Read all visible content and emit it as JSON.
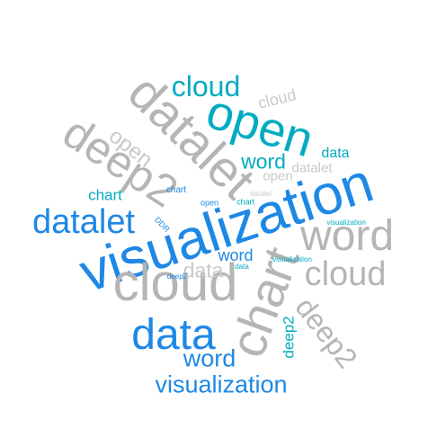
{
  "colors": {
    "gray": "#b5b5b5",
    "light_gray": "#c9c9c9",
    "blue": "#1e88e5",
    "teal": "#00acc1",
    "background": "#ffffff"
  },
  "words": [
    {
      "id": "w1",
      "text": "visualization",
      "color": "blue"
    },
    {
      "id": "w2",
      "text": "cloud",
      "color": "gray"
    },
    {
      "id": "w3",
      "text": "datalet",
      "color": "gray"
    },
    {
      "id": "w4",
      "text": "open",
      "color": "teal"
    },
    {
      "id": "w5",
      "text": "deep2",
      "color": "gray"
    },
    {
      "id": "w6",
      "text": "chart",
      "color": "gray"
    },
    {
      "id": "w7",
      "text": "word",
      "color": "gray"
    },
    {
      "id": "w8",
      "text": "cloud",
      "color": "gray"
    },
    {
      "id": "w9",
      "text": "data",
      "color": "blue"
    },
    {
      "id": "w10",
      "text": "datalet",
      "color": "blue"
    },
    {
      "id": "w11",
      "text": "cloud",
      "color": "teal"
    },
    {
      "id": "w12",
      "text": "deep2",
      "color": "gray"
    },
    {
      "id": "w13",
      "text": "visualization",
      "color": "blue"
    },
    {
      "id": "w14",
      "text": "word",
      "color": "blue"
    },
    {
      "id": "w15",
      "text": "open",
      "color": "light_gray"
    },
    {
      "id": "w16",
      "text": "word",
      "color": "teal"
    },
    {
      "id": "w17",
      "text": "data",
      "color": "light_gray"
    },
    {
      "id": "w18",
      "text": "word",
      "color": "blue"
    },
    {
      "id": "w19",
      "text": "chart",
      "color": "teal"
    },
    {
      "id": "w20",
      "text": "deep2",
      "color": "teal"
    },
    {
      "id": "w21",
      "text": "cloud",
      "color": "light_gray"
    },
    {
      "id": "w22",
      "text": "data",
      "color": "teal"
    },
    {
      "id": "w23",
      "text": "datalet",
      "color": "light_gray"
    },
    {
      "id": "w24",
      "text": "open",
      "color": "light_gray"
    },
    {
      "id": "w25",
      "text": "chart",
      "color": "blue"
    },
    {
      "id": "w26",
      "text": "open",
      "color": "blue"
    },
    {
      "id": "w27",
      "text": "chart",
      "color": "teal"
    },
    {
      "id": "w28",
      "text": "datalet",
      "color": "light_gray"
    },
    {
      "id": "w29",
      "text": "DDR",
      "color": "blue"
    },
    {
      "id": "w30",
      "text": "visualization",
      "color": "teal"
    },
    {
      "id": "w31",
      "text": "visualization",
      "color": "teal"
    },
    {
      "id": "w32",
      "text": "data",
      "color": "teal"
    },
    {
      "id": "w33",
      "text": "deep2",
      "color": "blue"
    }
  ]
}
